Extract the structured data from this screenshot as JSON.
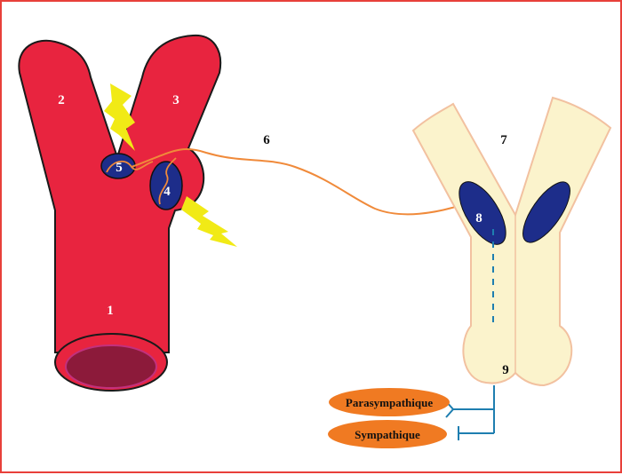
{
  "labels": {
    "artery_trunk": "1",
    "branch_left": "2",
    "branch_right": "3",
    "sinus_4": "4",
    "body_5": "5",
    "nerve_6": "6",
    "brainstem_7": "7",
    "nucleus_8": "8",
    "output_9": "9"
  },
  "outputs": {
    "parasympathetic": "Parasympathique",
    "sympathetic": "Sympathique"
  },
  "colors": {
    "artery": "#e8243f",
    "artery_lumen": "#8c1a3a",
    "brainstem": "#fbf3cc",
    "brainstem_stroke": "#f2c1a0",
    "nucleus": "#1d2d8a",
    "nerve": "#f08a3a",
    "lightning": "#f1ea16",
    "pill": "#f07a22",
    "efferent": "#1e7eb0"
  }
}
